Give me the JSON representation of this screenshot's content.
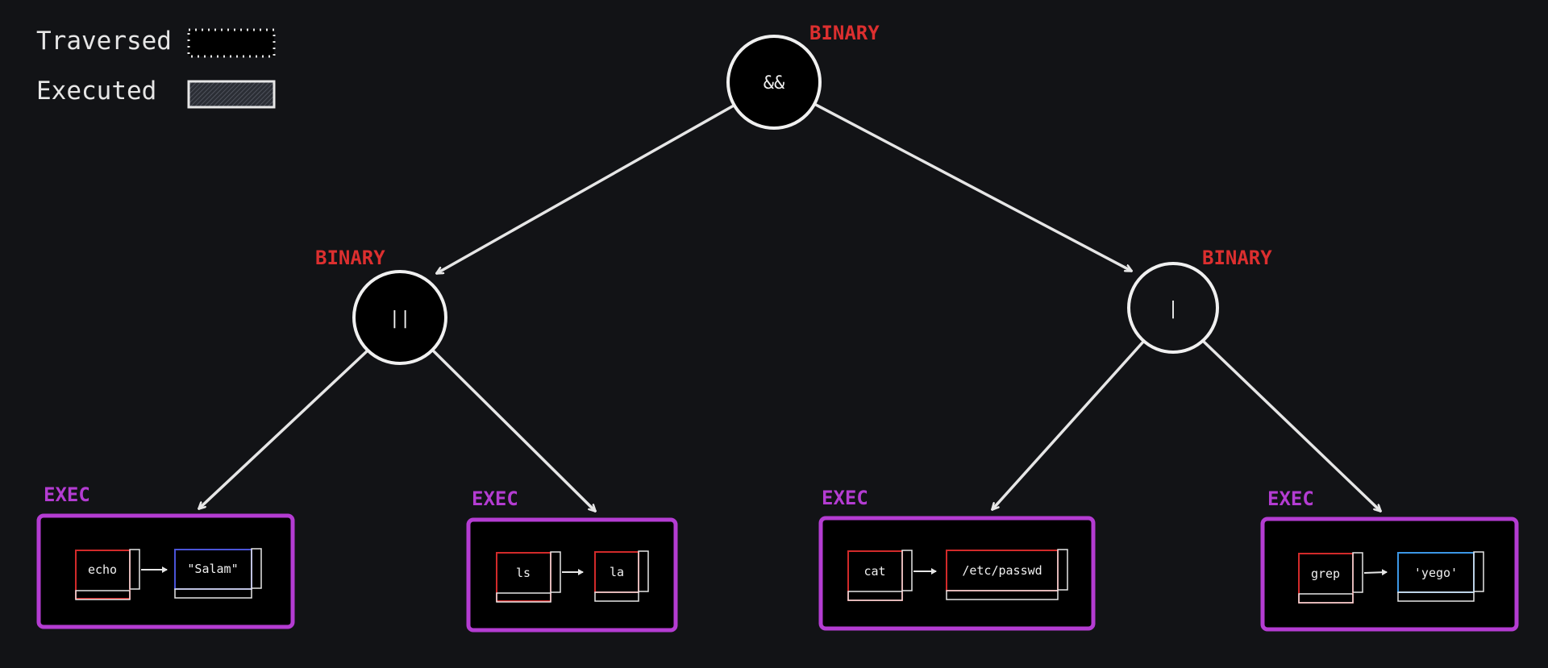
{
  "legend": {
    "traversed_label": "Traversed",
    "executed_label": "Executed"
  },
  "colors": {
    "background": "#121316",
    "binary_label": "#dc2f2f",
    "exec_label": "#b43cd2",
    "exec_border": "#b43cd2",
    "line": "#e6e6e6",
    "command_border": "#d22a2a",
    "arg_border_1": "#4a54d8",
    "arg_border_2": "#3c97e6"
  },
  "tree": {
    "root": {
      "type": "BINARY",
      "op": "&&"
    },
    "left": {
      "type": "BINARY",
      "op": "||"
    },
    "right": {
      "type": "BINARY",
      "op": "|"
    },
    "leaves": [
      {
        "type": "EXEC",
        "command": "echo",
        "arg": "\"Salam\""
      },
      {
        "type": "EXEC",
        "command": "ls",
        "arg": "la"
      },
      {
        "type": "EXEC",
        "command": "cat",
        "arg": "/etc/passwd"
      },
      {
        "type": "EXEC",
        "command": "grep",
        "arg": "'yego'"
      }
    ]
  }
}
